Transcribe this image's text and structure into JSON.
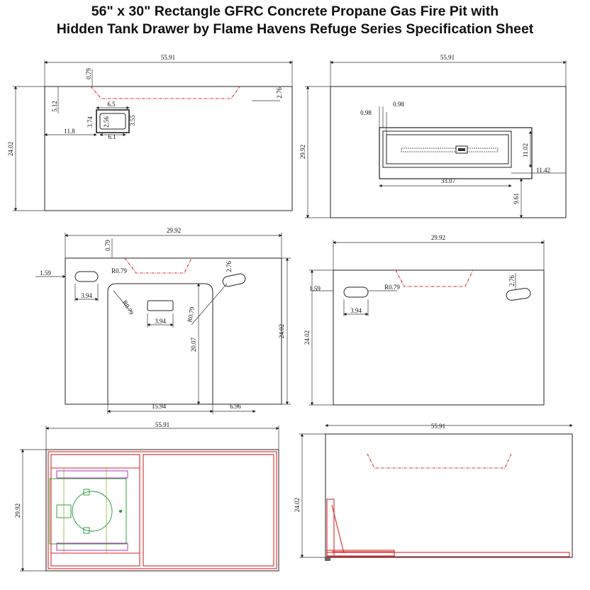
{
  "title": {
    "line1": "56\" x 30\" Rectangle GFRC Concrete Propane Gas Fire Pit with",
    "line2": "Hidden Tank Drawer by Flame Havens Refuge Series Specification Sheet"
  },
  "views": {
    "top_left": {
      "width": "55.91",
      "height": "24.02",
      "d_079": "0.79",
      "d_276": "2.76",
      "d_512": "5.12",
      "d_118": "11.8",
      "d_65": "6.5",
      "d_61": "6.1",
      "d_374": "3.74",
      "d_256": "2.56",
      "d_355": "3.55"
    },
    "top_right": {
      "width": "55.91",
      "height": "29.92",
      "d_098a": "0.98",
      "d_098b": "0.98",
      "d_1102": "11.02",
      "d_1142": "11.42",
      "d_3307": "33.07",
      "d_961": "9.61"
    },
    "mid_left": {
      "width": "29.92",
      "height": "24.02",
      "d_079": "0.79",
      "d_159": "1.59",
      "d_r079a": "R0.79",
      "d_r079b": "R0.79",
      "d_r079c": "R0.79",
      "d_276": "2.76",
      "d_394a": "3.94",
      "d_394b": "3.94",
      "d_2007": "20.07",
      "d_1594": "15.94",
      "d_696": "6.96"
    },
    "mid_right": {
      "width": "29.92",
      "height": "24.02",
      "d_159": "1.59",
      "d_r079": "R0.79",
      "d_276": "2.76",
      "d_394": "3.94"
    },
    "bot_left": {
      "width": "55.91",
      "height": "29.92"
    },
    "bot_right": {
      "width": "55.91",
      "height": "24.02"
    }
  },
  "colors": {
    "outline": "#222222",
    "hidden": "#d42a2a",
    "burner": "#1a9a2a",
    "bracket": "#c02cc0"
  }
}
